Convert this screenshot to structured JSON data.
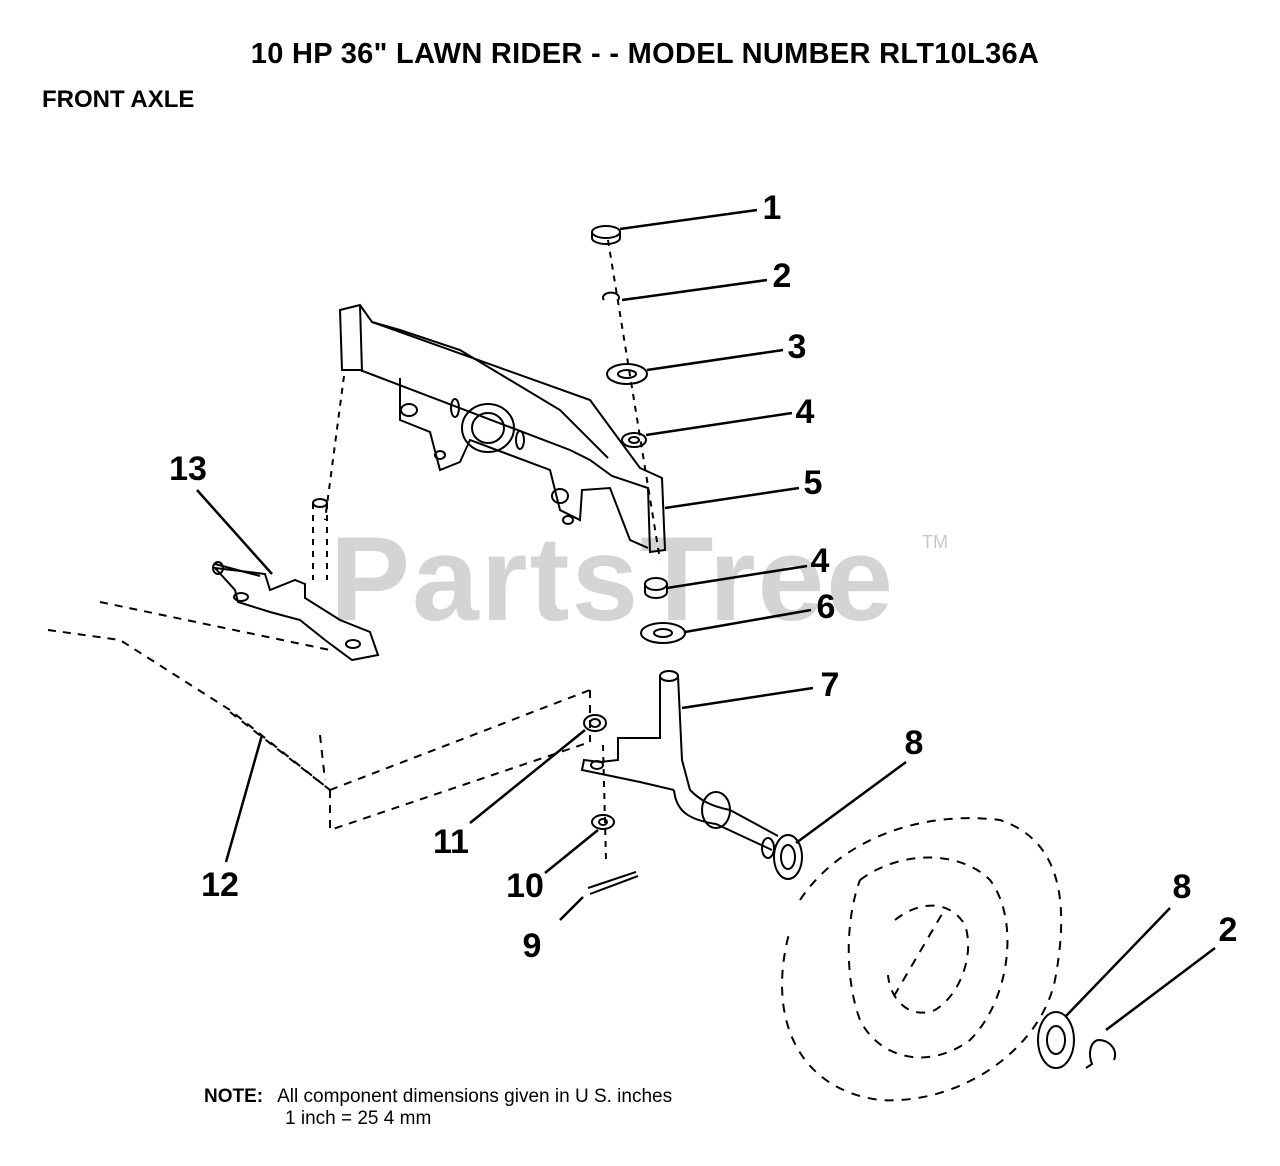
{
  "header": {
    "title": "10 HP 36\" LAWN RIDER - - MODEL NUMBER RLT10L36A",
    "section": "FRONT AXLE"
  },
  "watermark": {
    "text": "PartsTree",
    "trademark": "TM"
  },
  "callouts": [
    "1",
    "2",
    "3",
    "4",
    "5",
    "4",
    "6",
    "7",
    "8",
    "11",
    "10",
    "9",
    "12",
    "13",
    "8",
    "2"
  ],
  "note": {
    "label": "NOTE:",
    "line1": "All component dimensions given in U S. inches",
    "line2": "1 inch = 25 4 mm"
  },
  "colors": {
    "ink": "#000000",
    "watermark": "#d4d4d4"
  }
}
